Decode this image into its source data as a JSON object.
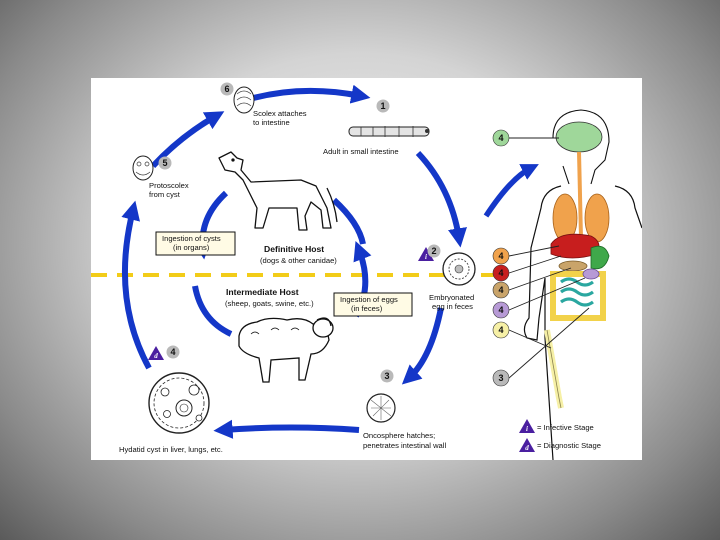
{
  "colors": {
    "arrow": "#1437c8",
    "dash": "#f2cc18",
    "badge": "#b9b9b9",
    "tri": "#4a1fa0",
    "brain": "#9fd79a",
    "liver": "#c71e1e",
    "organ_tan": "#c9a46a",
    "organ_purple": "#b79ad6",
    "bone": "#f6f0a6",
    "lung": "#f0a24c",
    "intestine_green": "#3fa84a",
    "small_intestine": "#2aa7a0"
  },
  "stages": {
    "s1": {
      "num": "1",
      "label": "Adult in small intestine"
    },
    "s2": {
      "num": "2",
      "label_line1": "Embryonated",
      "label_line2": "egg in feces"
    },
    "s3": {
      "num": "3",
      "label_line1": "Oncosphere hatches;",
      "label_line2": "penetrates intestinal wall"
    },
    "s4": {
      "num": "4",
      "label": "Hydatid cyst in liver, lungs, etc."
    },
    "s5": {
      "num": "5",
      "label_line1": "Protoscolex",
      "label_line2": "from cyst"
    },
    "s6": {
      "num": "6",
      "label_line1": "Scolex attaches",
      "label_line2": "to intestine"
    }
  },
  "hosts": {
    "definitive_title": "Definitive Host",
    "definitive_sub": "(dogs & other canidae)",
    "intermediate_title": "Intermediate Host",
    "intermediate_sub": "(sheep, goats, swine, etc.)"
  },
  "boxes": {
    "cysts_line1": "Ingestion of cysts",
    "cysts_line2": "(in organs)",
    "eggs_line1": "Ingestion of eggs",
    "eggs_line2": "(in feces)"
  },
  "human_badges": {
    "b4_brain": "4",
    "b4_liver": "4",
    "b4_red": "4",
    "b4_tan": "4",
    "b4_purple": "4",
    "b4_bone": "4",
    "b3": "3"
  },
  "triangles": {
    "infective": "i",
    "diagnostic": "d"
  },
  "legend": {
    "infective": "= Infective Stage",
    "diagnostic": "= Diagnostic Stage"
  }
}
